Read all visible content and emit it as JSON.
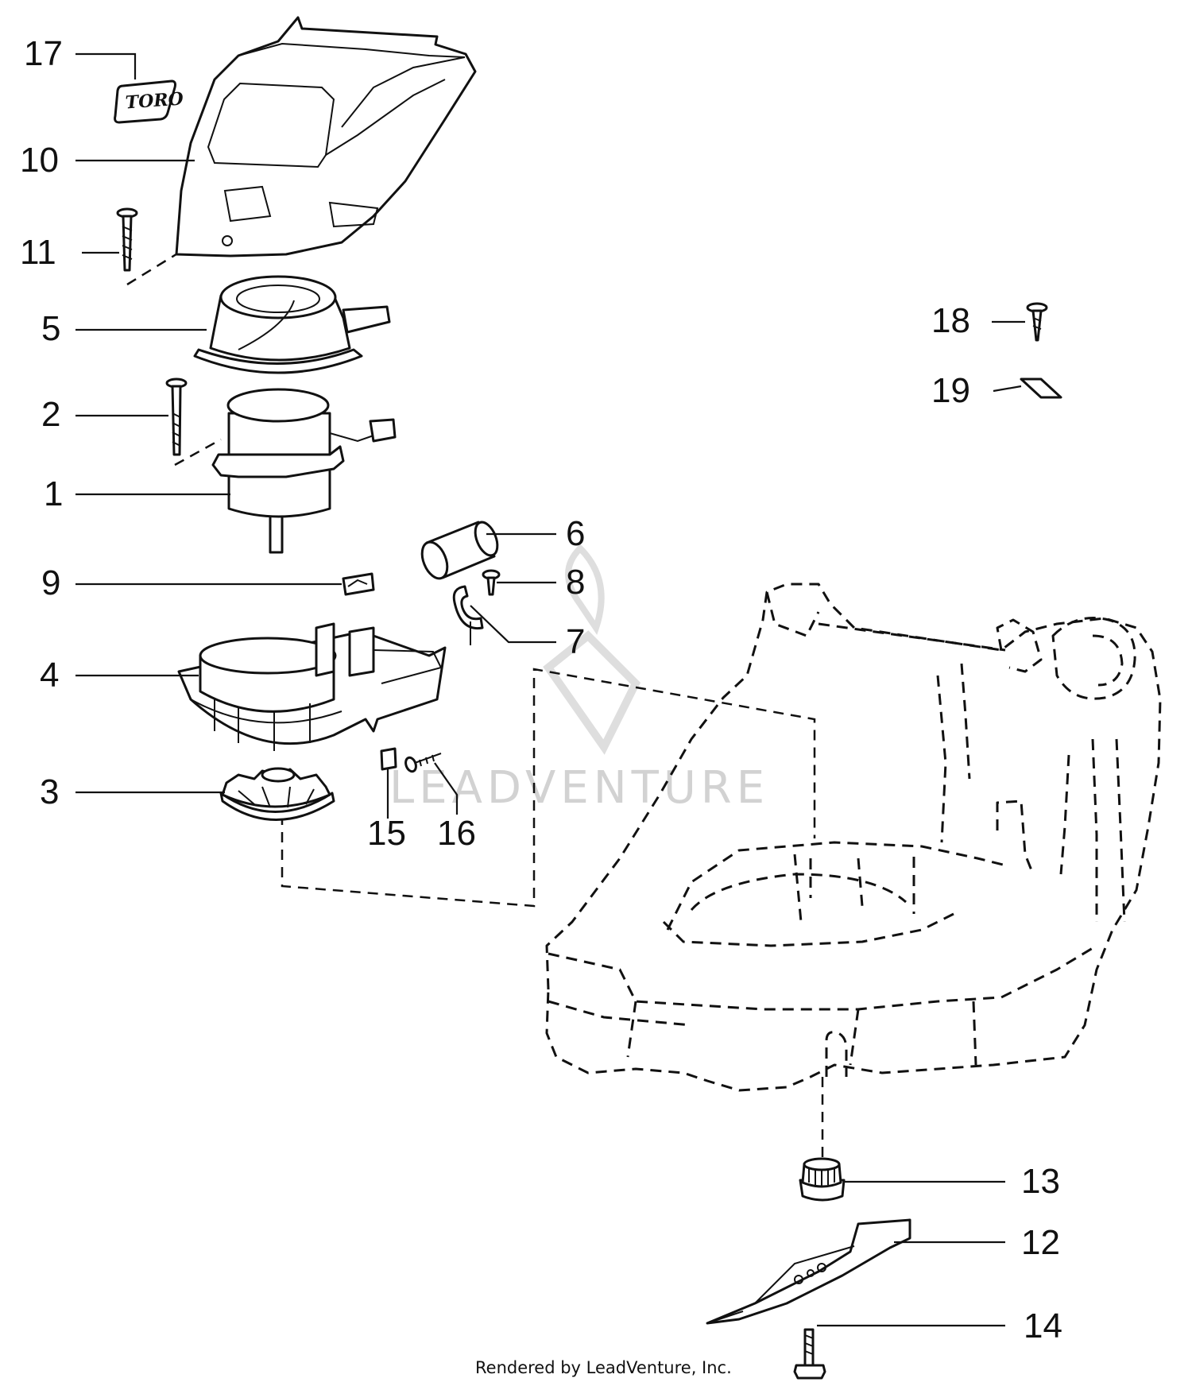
{
  "callouts": [
    {
      "id": "17",
      "label": "17"
    },
    {
      "id": "10",
      "label": "10"
    },
    {
      "id": "11",
      "label": "11"
    },
    {
      "id": "5",
      "label": "5"
    },
    {
      "id": "2",
      "label": "2"
    },
    {
      "id": "1",
      "label": "1"
    },
    {
      "id": "9",
      "label": "9"
    },
    {
      "id": "4",
      "label": "4"
    },
    {
      "id": "3",
      "label": "3"
    },
    {
      "id": "6",
      "label": "6"
    },
    {
      "id": "8",
      "label": "8"
    },
    {
      "id": "7",
      "label": "7"
    },
    {
      "id": "15",
      "label": "15"
    },
    {
      "id": "16",
      "label": "16"
    },
    {
      "id": "18",
      "label": "18"
    },
    {
      "id": "19",
      "label": "19"
    },
    {
      "id": "13",
      "label": "13"
    },
    {
      "id": "12",
      "label": "12"
    },
    {
      "id": "14",
      "label": "14"
    }
  ],
  "decal": {
    "text": "TORO"
  },
  "watermark": {
    "text": "LEADVENTURE"
  },
  "footer": {
    "text": "Rendered by LeadVenture, Inc."
  }
}
